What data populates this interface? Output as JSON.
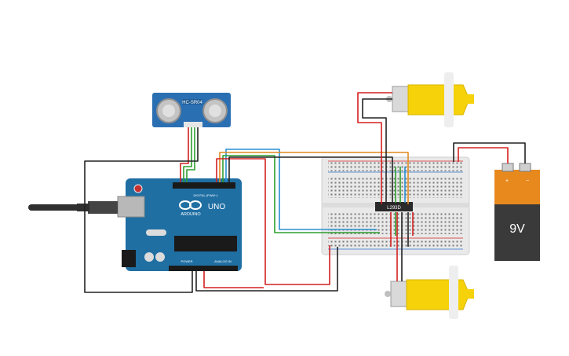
{
  "components": {
    "ultrasonic_sensor": {
      "label": "HC-SR04"
    },
    "arduino": {
      "logo_text": "ARDUINO",
      "model": "UNO",
      "digital_label": "DIGITAL (PWM~)",
      "power_label": "POWER",
      "analog_label": "ANALOG IN"
    },
    "motor_driver_ic": {
      "label": "L293D"
    },
    "battery": {
      "label": "9V",
      "plus": "+",
      "minus": "−"
    },
    "motor_top": {
      "label": ""
    },
    "motor_bottom": {
      "label": ""
    }
  },
  "colors": {
    "arduino_board": "#1f6fa3",
    "sensor_board": "#2b6fb3",
    "breadboard": "#e9e9e9",
    "motor_yellow": "#f5d20a",
    "battery_body": "#3a3a3a",
    "battery_cap": "#e8891e",
    "wire_red": "#d32020",
    "wire_black": "#222222",
    "wire_green": "#2e9e2e",
    "wire_blue": "#2a8fd0",
    "wire_orange": "#e08a1e"
  }
}
